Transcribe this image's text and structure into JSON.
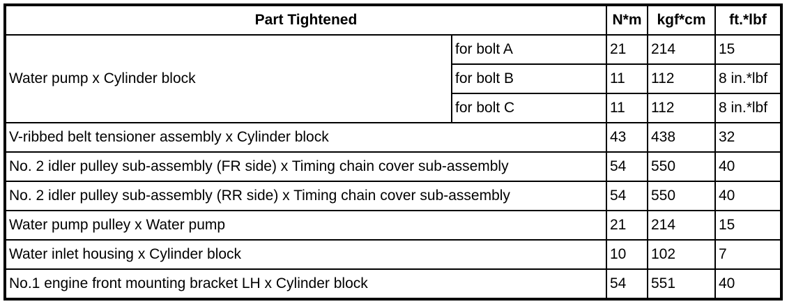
{
  "colors": {
    "border": "#000000",
    "background": "#ffffff",
    "text": "#000000"
  },
  "table": {
    "headers": {
      "part": "Part Tightened",
      "nm": "N*m",
      "kgfcm": "kgf*cm",
      "ftlbf": "ft.*lbf"
    },
    "water_pump_group": {
      "part": "Water pump x Cylinder block",
      "rows": [
        {
          "sub": "for bolt A",
          "nm": "21",
          "kgfcm": "214",
          "ftlbf": "15"
        },
        {
          "sub": "for bolt B",
          "nm": "11",
          "kgfcm": "112",
          "ftlbf": "8 in.*lbf"
        },
        {
          "sub": "for bolt C",
          "nm": "11",
          "kgfcm": "112",
          "ftlbf": "8 in.*lbf"
        }
      ]
    },
    "rows": [
      {
        "part": "V-ribbed belt tensioner assembly x Cylinder block",
        "nm": "43",
        "kgfcm": "438",
        "ftlbf": "32"
      },
      {
        "part": "No. 2 idler pulley sub-assembly (FR side) x Timing chain cover sub-assembly",
        "nm": "54",
        "kgfcm": "550",
        "ftlbf": "40"
      },
      {
        "part": "No. 2 idler pulley sub-assembly (RR side) x Timing chain cover sub-assembly",
        "nm": "54",
        "kgfcm": "550",
        "ftlbf": "40"
      },
      {
        "part": "Water pump pulley x Water pump",
        "nm": "21",
        "kgfcm": "214",
        "ftlbf": "15"
      },
      {
        "part": "Water inlet housing x Cylinder block",
        "nm": "10",
        "kgfcm": "102",
        "ftlbf": "7"
      },
      {
        "part": "No.1 engine front mounting bracket LH x Cylinder block",
        "nm": "54",
        "kgfcm": "551",
        "ftlbf": "40"
      }
    ]
  }
}
